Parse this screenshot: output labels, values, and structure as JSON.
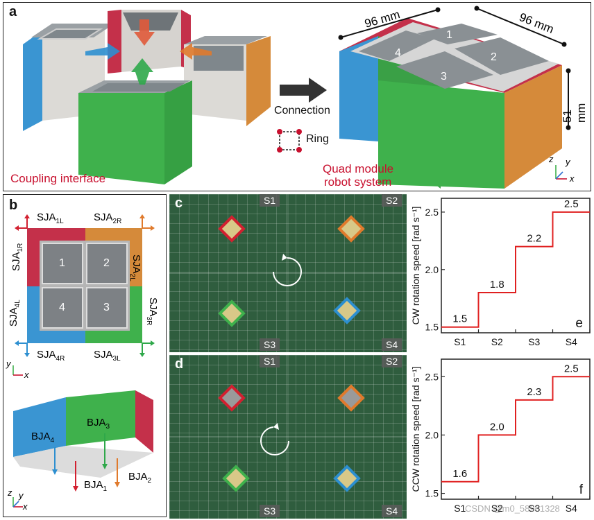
{
  "panel_a": {
    "label": "a",
    "coupling": "Coupling interface",
    "connection": "Connection",
    "ring": "Ring",
    "quad_line1": "Quad module",
    "quad_line2": "robot system",
    "dim1": "96 mm",
    "dim2": "96 mm",
    "dim3": "51 mm",
    "modules": [
      "1",
      "2",
      "3",
      "4"
    ],
    "axes": {
      "z": "z",
      "y": "y",
      "x": "x"
    }
  },
  "panel_b": {
    "label": "b",
    "top_left": "SJA",
    "top_left_sub": "1L",
    "top_right": "SJA",
    "top_right_sub": "2R",
    "right_top": "SJA",
    "right_top_sub": "2L",
    "right_bottom": "SJA",
    "right_bottom_sub": "3R",
    "bottom_right": "SJA",
    "bottom_right_sub": "3L",
    "bottom_left": "SJA",
    "bottom_left_sub": "4R",
    "left_bottom": "SJA",
    "left_bottom_sub": "4L",
    "left_top": "SJA",
    "left_top_sub": "1R",
    "modules": [
      "1",
      "2",
      "4",
      "3"
    ],
    "axes2d": {
      "y": "y",
      "x": "x"
    },
    "bja": [
      {
        "name": "BJA",
        "sub": "4"
      },
      {
        "name": "BJA",
        "sub": "3"
      },
      {
        "name": "BJA",
        "sub": "1"
      },
      {
        "name": "BJA",
        "sub": "2"
      }
    ],
    "axes3d": {
      "z": "z",
      "y": "y",
      "x": "x"
    }
  },
  "panel_c": {
    "label": "c",
    "stages": [
      "S1",
      "S2",
      "S3",
      "S4"
    ]
  },
  "panel_d": {
    "label": "d",
    "stages": [
      "S1",
      "S2",
      "S3",
      "S4"
    ]
  },
  "colors": {
    "red": "#d22030",
    "orange": "#e07a2c",
    "blue": "#2d8fd0",
    "green": "#2fa84a",
    "step": "#e02020"
  },
  "chart_data": [
    {
      "type": "line",
      "panel_label": "e",
      "ylabel": "CW rotation speed [rad s⁻¹]",
      "categories": [
        "S1",
        "S2",
        "S3",
        "S4"
      ],
      "values": [
        1.5,
        1.8,
        2.2,
        2.5
      ],
      "value_labels": [
        "1.5",
        "1.8",
        "2.2",
        "2.5"
      ],
      "yticks": [
        "1.5",
        "2.0",
        "2.5"
      ],
      "ylim": [
        1.45,
        2.62
      ]
    },
    {
      "type": "line",
      "panel_label": "f",
      "ylabel": "CCW rotation speed [rad s⁻¹]",
      "categories": [
        "S1",
        "S2",
        "S3",
        "S4"
      ],
      "values": [
        1.6,
        2.0,
        2.3,
        2.5
      ],
      "value_labels": [
        "1.6",
        "2.0",
        "2.3",
        "2.5"
      ],
      "yticks": [
        "1.5",
        "2.0",
        "2.5"
      ],
      "ylim": [
        1.45,
        2.65
      ]
    }
  ],
  "watermark": "CSDN @m0_58961328"
}
